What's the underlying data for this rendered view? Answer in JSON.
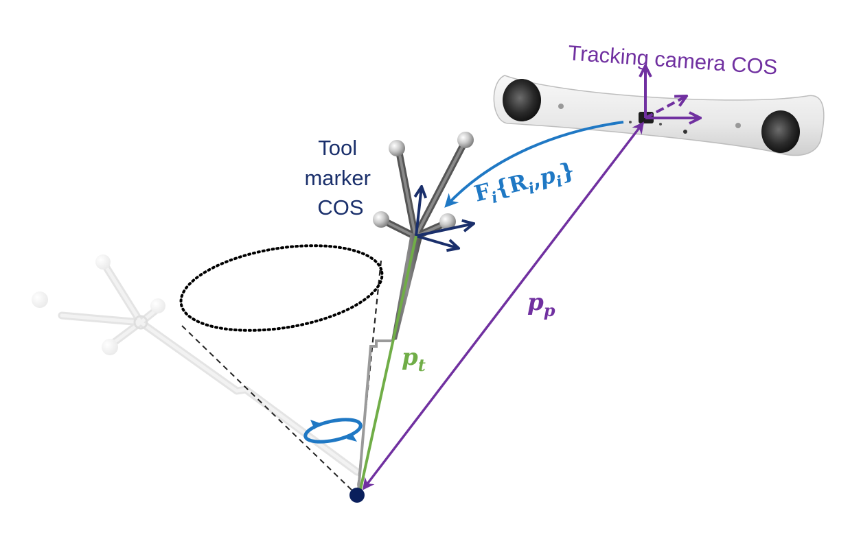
{
  "labels": {
    "camera_cos": "Tracking camera COS",
    "tool_marker": [
      "Tool",
      "marker",
      "COS"
    ],
    "p_p": {
      "base": "p",
      "sub": "p"
    },
    "p_t": {
      "base": "p",
      "sub": "t"
    },
    "transform": {
      "F": "F",
      "F_sub": "i",
      "open": "{",
      "R": "R",
      "R_sub": "i",
      "comma": ",",
      "p": "p",
      "p_sub": "i",
      "close": "}"
    }
  },
  "colors": {
    "purple": "#7030a0",
    "navy": "#1a2f6b",
    "blue": "#1f78c4",
    "green": "#70ad47",
    "black": "#000000"
  },
  "icons": {
    "camera": "tracking-camera-icon",
    "tool_active": "tool-marker-icon",
    "tool_ghost": "tool-marker-ghost-icon"
  }
}
